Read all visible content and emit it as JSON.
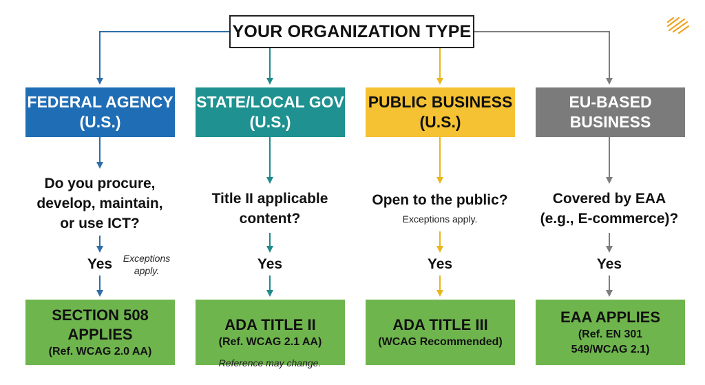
{
  "root": {
    "label": "YOUR ORGANIZATION TYPE"
  },
  "columns": [
    {
      "color": "#1f6db5",
      "text_color": "#ffffff",
      "line_color": "#2e6ea8",
      "category": [
        "FEDERAL AGENCY",
        "(U.S.)"
      ],
      "question": [
        "Do you procure,",
        "develop, maintain,",
        "or use ICT?"
      ],
      "yes": "Yes",
      "note": [
        "Exceptions",
        "apply."
      ],
      "result_title": [
        "SECTION 508",
        "APPLIES"
      ],
      "result_ref": [
        "(Ref. WCAG 2.0 AA)"
      ]
    },
    {
      "color": "#1e9190",
      "text_color": "#ffffff",
      "line_color": "#1f8a8a",
      "category": [
        "STATE/LOCAL GOV",
        "(U.S.)"
      ],
      "question": [
        "Title II applicable",
        "content?"
      ],
      "yes": "Yes",
      "result_title": [
        "ADA TITLE II"
      ],
      "result_ref": [
        "(Ref. WCAG 2.1 AA)"
      ],
      "footnote": "Reference may change."
    },
    {
      "color": "#f5c233",
      "text_color": "#111111",
      "line_color": "#e8b71c",
      "category": [
        "PUBLIC BUSINESS",
        "(U.S.)"
      ],
      "question": [
        "Open to the public?"
      ],
      "subnote": "Exceptions apply.",
      "yes": "Yes",
      "result_title": [
        "ADA TITLE III"
      ],
      "result_ref": [
        "(WCAG Recommended)"
      ]
    },
    {
      "color": "#7b7b7b",
      "text_color": "#ffffff",
      "line_color": "#7d7d7d",
      "category": [
        "EU-BASED",
        "BUSINESS"
      ],
      "question": [
        "Covered by EAA",
        "(e.g., E-commerce)?"
      ],
      "yes": "Yes",
      "result_title": [
        "EAA APPLIES"
      ],
      "result_ref": [
        "(Ref. EN 301",
        "549/WCAG 2.1)"
      ]
    }
  ],
  "logo": {
    "icon": "brand-scribble-icon",
    "color": "#f0a21e"
  }
}
